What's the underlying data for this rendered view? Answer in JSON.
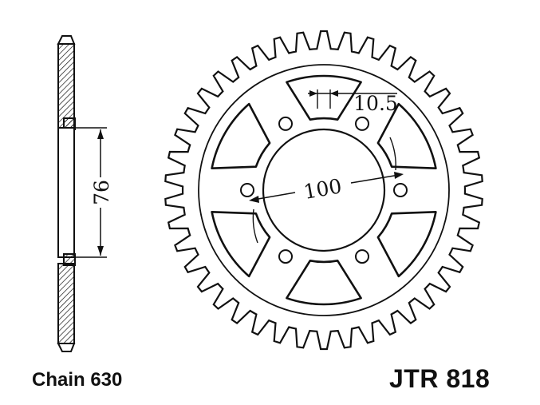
{
  "dimensions": {
    "hub_width": "76",
    "bolt_circle": "100",
    "bolt_hole": "10.5"
  },
  "captions": {
    "chain": "Chain 630",
    "part_number": "JTR 818"
  },
  "sprocket": {
    "teeth": 42,
    "bolt_holes": 6,
    "lightening_windows": 6
  },
  "colors": {
    "ink": "#111111",
    "background": "#ffffff"
  }
}
